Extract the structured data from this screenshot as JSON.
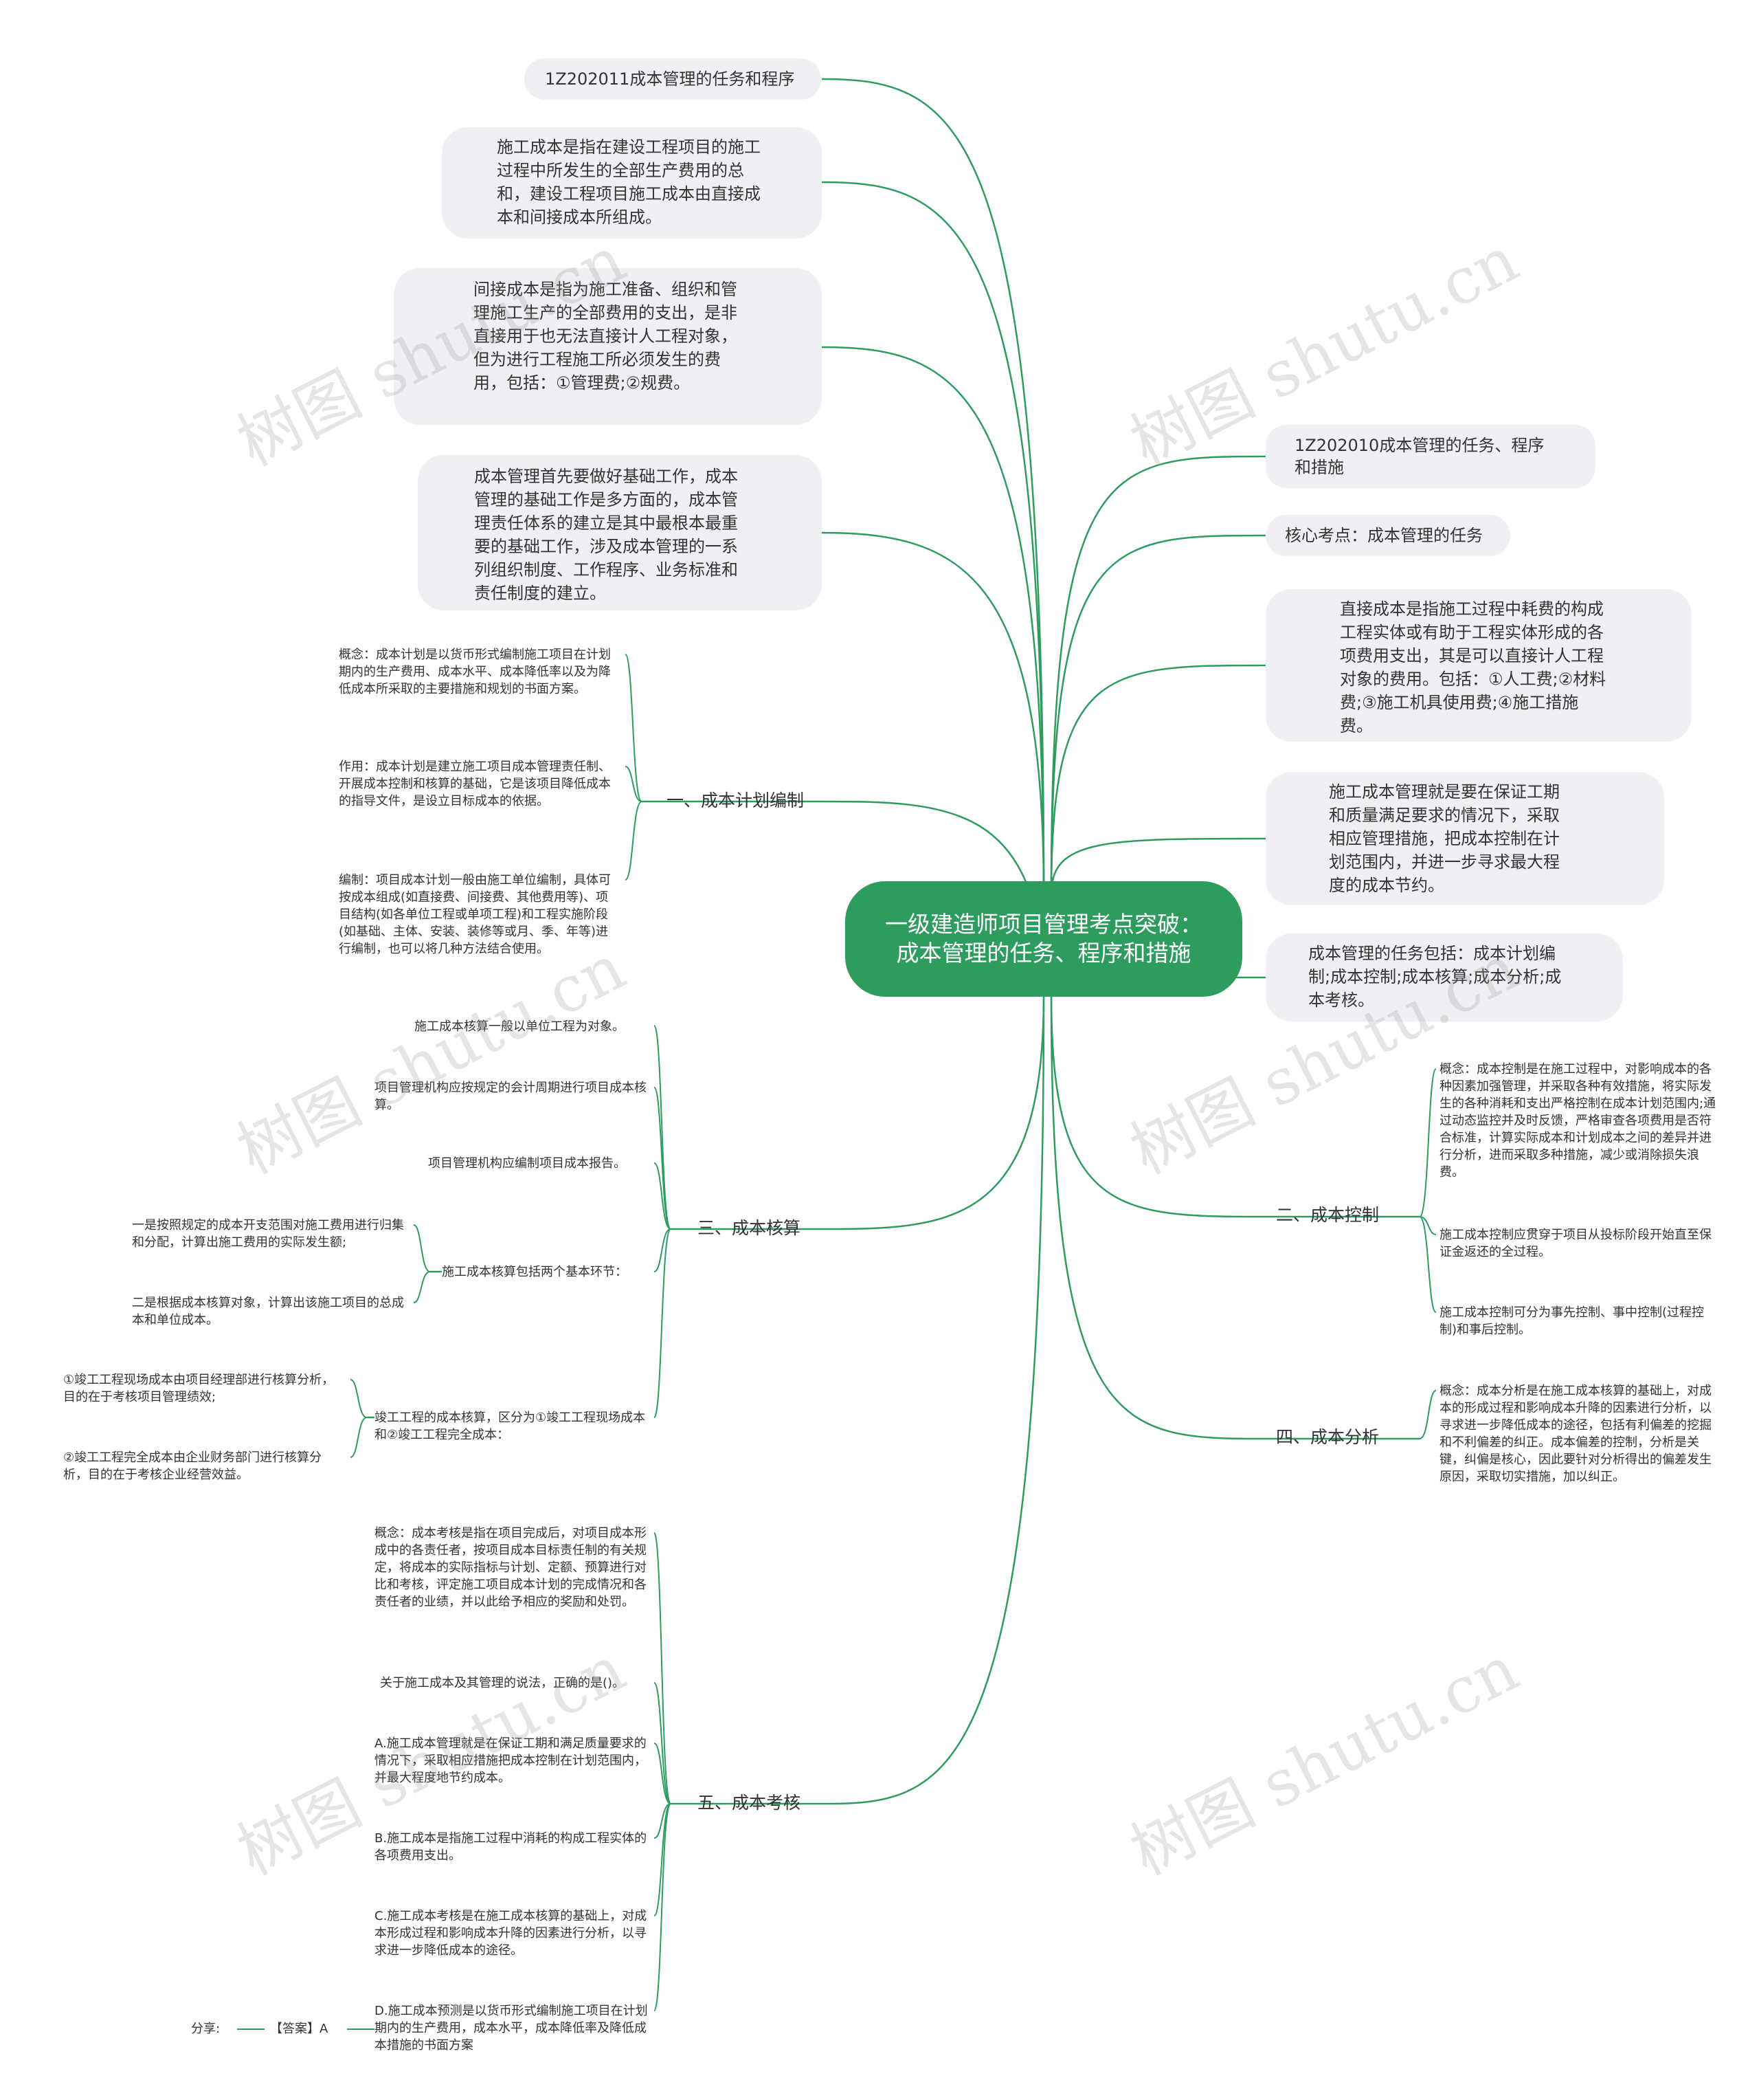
{
  "root": "一级建造师项目管理考点突破：成本管理的任务、程序和措施",
  "left_top": [
    "1Z202011成本管理的任务和程序",
    "施工成本是指在建设工程项目的施工过程中所发生的全部生产费用的总和，建设工程项目施工成本由直接成本和间接成本所组成。",
    "间接成本是指为施工准备、组织和管理施工生产的全部费用的支出，是非直接用于也无法直接计人工程对象，但为进行工程施工所必须发生的费用，包括：①管理费;②规费。",
    "成本管理首先要做好基础工作，成本管理的基础工作是多方面的，成本管理责任体系的建立是其中最根本最重要的基础工作，涉及成本管理的一系列组织制度、工作程序、业务标准和责任制度的建立。"
  ],
  "right_top": [
    "1Z202010成本管理的任务、程序和措施",
    "核心考点：成本管理的任务",
    "直接成本是指施工过程中耗费的构成工程实体或有助于工程实体形成的各项费用支出，其是可以直接计人工程对象的费用。包括：①人工费;②材料费;③施工机具使用费;④施工措施费。",
    "施工成本管理就是要在保证工期和质量满足要求的情况下，采取相应管理措施，把成本控制在计划范围内，并进一步寻求最大程度的成本节约。",
    "成本管理的任务包括：成本计划编制;成本控制;成本核算;成本分析;成本考核。"
  ],
  "b1": {
    "label": "一、成本计划编制",
    "leaves": [
      "概念：成本计划是以货币形式编制施工项目在计划期内的生产费用、成本水平、成本降低率以及为降低成本所采取的主要措施和规划的书面方案。",
      "作用：成本计划是建立施工项目成本管理责任制、开展成本控制和核算的基础，它是该项目降低成本的指导文件，是设立目标成本的依据。",
      "编制：项目成本计划一般由施工单位编制，具体可按成本组成(如直接费、间接费、其他费用等)、项目结构(如各单位工程或单项工程)和工程实施阶段(如基础、主体、安装、装修等或月、季、年等)进行编制，也可以将几种方法结合使用。"
    ]
  },
  "b3": {
    "label": "三、成本核算",
    "leaves": [
      "施工成本核算一般以单位工程为对象。",
      "项目管理机构应按规定的会计周期进行项目成本核算。",
      "项目管理机构应编制项目成本报告。",
      "施工成本核算包括两个基本环节：",
      "竣工工程的成本核算，区分为①竣工工程现场成本和②竣工工程完全成本："
    ],
    "sub1": [
      "一是按照规定的成本开支范围对施工费用进行归集和分配，计算出施工费用的实际发生额;",
      "二是根据成本核算对象，计算出该施工项目的总成本和单位成本。"
    ],
    "sub2": [
      "①竣工工程现场成本由项目经理部进行核算分析，目的在于考核项目管理绩效;",
      "②竣工工程完全成本由企业财务部门进行核算分析，目的在于考核企业经营效益。"
    ]
  },
  "b5": {
    "label": "五、成本考核",
    "leaves": [
      "概念：成本考核是指在项目完成后，对项目成本形成中的各责任者，按项目成本目标责任制的有关规定，将成本的实际指标与计划、定额、预算进行对比和考核，评定施工项目成本计划的完成情况和各责任者的业绩，并以此给予相应的奖励和处罚。",
      "关于施工成本及其管理的说法，正确的是()。",
      "A.施工成本管理就是在保证工期和满足质量要求的情况下，采取相应措施把成本控制在计划范围内，并最大程度地节约成本。",
      "B.施工成本是指施工过程中消耗的构成工程实体的各项费用支出。",
      "C.施工成本考核是在施工成本核算的基础上，对成本形成过程和影响成本升降的因素进行分析，以寻求进一步降低成本的途径。",
      "D.施工成本预测是以货币形式编制施工项目在计划期内的生产费用，成本水平，成本降低率及降低成本措施的书面方案"
    ],
    "answer": "【答案】A",
    "share": "分享:"
  },
  "b2": {
    "label": "二、成本控制",
    "leaves": [
      "概念：成本控制是在施工过程中，对影响成本的各种因素加强管理，并采取各种有效措施，将实际发生的各种消耗和支出严格控制在成本计划范围内;通过动态监控并及时反馈，严格审查各项费用是否符合标准，计算实际成本和计划成本之间的差异并进行分析，进而采取多种措施，减少或消除损失浪费。",
      "施工成本控制应贯穿于项目从投标阶段开始直至保证金返还的全过程。",
      "施工成本控制可分为事先控制、事中控制(过程控制)和事后控制。"
    ]
  },
  "b4": {
    "label": "四、成本分析",
    "leaves": [
      "概念：成本分析是在施工成本核算的基础上，对成本的形成过程和影响成本升降的因素进行分析，以寻求进一步降低成本的途径，包括有利偏差的挖掘和不利偏差的纠正。成本偏差的控制，分析是关键，纠偏是核心，因此要针对分析得出的偏差发生原因，采取切实措施，加以纠正。"
    ]
  },
  "watermark": "树图 shutu.cn",
  "colors": {
    "root": "#2e9c5f",
    "line": "#2e9c5f",
    "bubble": "#eef0f3"
  }
}
